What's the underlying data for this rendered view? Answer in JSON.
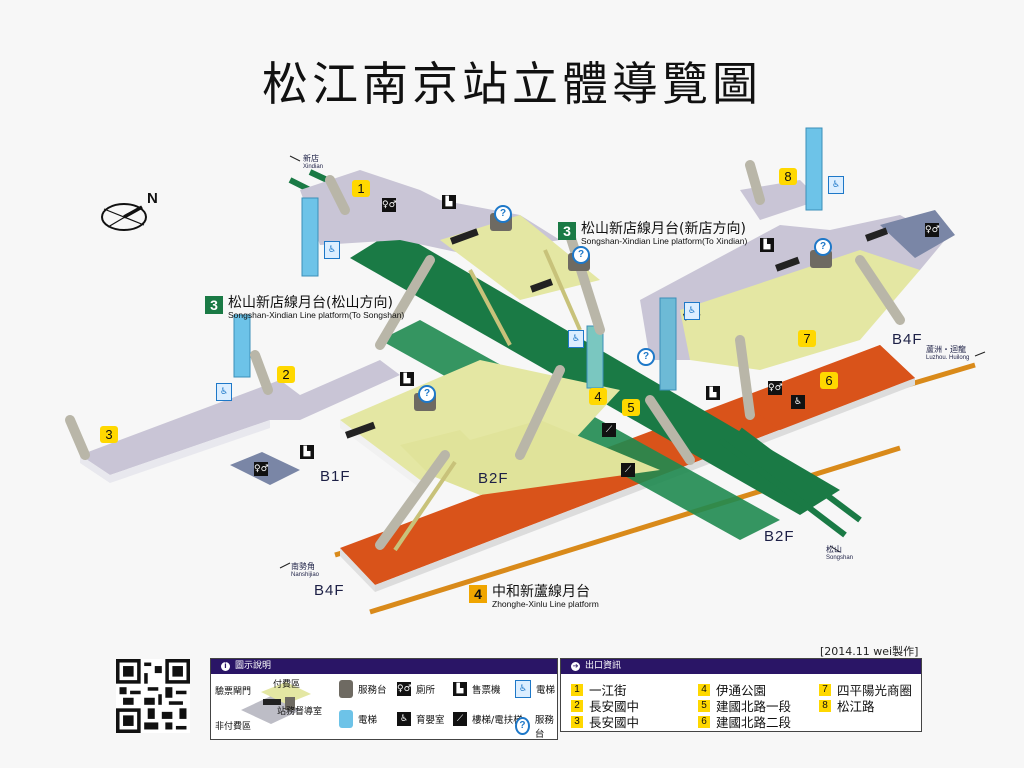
{
  "title": "松江南京站立體導覽圖",
  "compass": {
    "label": "N",
    "icon": "compass-icon"
  },
  "platforms": {
    "xindian_dir": {
      "line_number": "3",
      "name_zh": "松山新店線月台(新店方向)",
      "name_en": "Songshan-Xindian Line platform(To Xindian)",
      "color": "#1a7a45"
    },
    "songshan_dir": {
      "line_number": "3",
      "name_zh": "松山新店線月台(松山方向)",
      "name_en": "Songshan-Xindian Line platform(To Songshan)",
      "color": "#1a7a45"
    },
    "zhonghe": {
      "line_number": "4",
      "name_zh": "中和新蘆線月台",
      "name_en": "Zhonghe-Xinlu Line platform",
      "color": "#f0a500"
    }
  },
  "destinations": {
    "xindian": {
      "zh": "新店",
      "en": "Xindian"
    },
    "songshan": {
      "zh": "松山",
      "en": "Songshan"
    },
    "nanshijiao": {
      "zh": "南勢角",
      "en": "Nanshijiao"
    },
    "luzhou_huilong": {
      "zh": "蘆洲・迴龍",
      "en": "Luzhou. Huilong"
    }
  },
  "floors": {
    "b1f": "B1F",
    "b2f_center": "B2F",
    "b2f_right": "B2F",
    "b4f_left": "B4F",
    "b4f_right": "B4F"
  },
  "exit_tags": [
    "1",
    "2",
    "3",
    "4",
    "5",
    "6",
    "7",
    "8"
  ],
  "colors": {
    "concourse": "#c9c5d6",
    "paid_area": "#e4e7a3",
    "green_line": "#1a7a45",
    "orange_platform": "#d9531a",
    "orange_track": "#d98a1a",
    "elevator_shaft": "#6dc3e8",
    "legend_header": "#2a1566",
    "exit_yellow": "#ffd800"
  },
  "credit": "[2014.11 wei製作]",
  "legend": {
    "header": "圖示說明",
    "area": {
      "gate": "驗票閘門",
      "paid": "付費區",
      "unpaid": "非付費區",
      "office": "站務督導室"
    },
    "items": [
      {
        "icon": "service-booth-icon",
        "label": "服務台"
      },
      {
        "icon": "elevator-shaft-icon",
        "label": "電梯"
      },
      {
        "icon": "restroom-icon",
        "label": "廁所"
      },
      {
        "icon": "nursing-room-icon",
        "label": "育嬰室"
      },
      {
        "icon": "ticket-machine-icon",
        "label": "售票機"
      },
      {
        "icon": "stairs-escalator-icon",
        "label": "樓梯/電扶梯"
      },
      {
        "icon": "accessible-elevator-icon",
        "label": "電梯"
      },
      {
        "icon": "info-icon",
        "label": "服務台"
      }
    ]
  },
  "exits": {
    "header": "出口資訊",
    "items": [
      {
        "number": "1",
        "name": "一江街"
      },
      {
        "number": "2",
        "name": "長安國中"
      },
      {
        "number": "3",
        "name": "長安國中"
      },
      {
        "number": "4",
        "name": "伊通公園"
      },
      {
        "number": "5",
        "name": "建國北路一段"
      },
      {
        "number": "6",
        "name": "建國北路二段"
      },
      {
        "number": "7",
        "name": "四平陽光商圈"
      },
      {
        "number": "8",
        "name": "松江路"
      }
    ]
  }
}
